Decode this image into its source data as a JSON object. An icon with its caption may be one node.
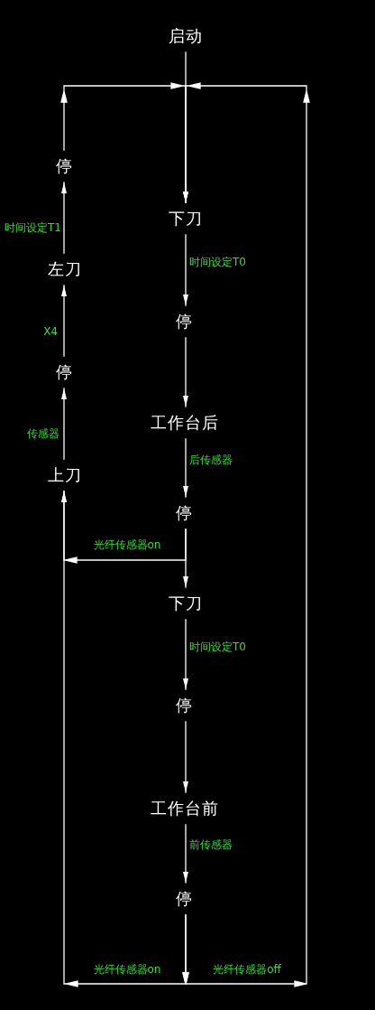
{
  "diagram": {
    "nodes": [
      {
        "text": [
          "启动"
        ]
      },
      {
        "text": [
          "下刀"
        ]
      },
      {
        "text": [
          "停"
        ]
      },
      {
        "text": [
          "工作台后"
        ]
      },
      {
        "text": [
          "停"
        ]
      },
      {
        "text": [
          "下刀"
        ]
      },
      {
        "text": [
          "停"
        ]
      },
      {
        "text": [
          "工作台前"
        ]
      },
      {
        "text": [
          "停"
        ]
      },
      {
        "text": [
          "停"
        ]
      },
      {
        "text": [
          "左刀"
        ]
      },
      {
        "text": [
          "停"
        ]
      },
      {
        "text": [
          "上刀"
        ]
      }
    ],
    "edges": [
      {
        "from": 0,
        "to": 1,
        "arrow": "to"
      },
      {
        "from": 1,
        "to": 2,
        "arrow": "to",
        "label": "时间设定T0"
      },
      {
        "from": 2,
        "to": 3,
        "arrow": "to"
      },
      {
        "from": 3,
        "to": 4,
        "arrow": "to",
        "label": "后传感器"
      },
      {
        "from": 4,
        "to": 5,
        "arrow": "to"
      },
      {
        "from": 4,
        "to": 12,
        "arrow": "to",
        "label": "光纤传感器on"
      },
      {
        "from": 5,
        "to": 6,
        "arrow": "to",
        "label": "时间设定T0"
      },
      {
        "from": 6,
        "to": 7,
        "arrow": "to"
      },
      {
        "from": 7,
        "to": 8,
        "arrow": "to",
        "label": "前传感器"
      },
      {
        "from": 8,
        "to": 12,
        "arrow": "to",
        "label": "光纤传感器on"
      },
      {
        "from": 8,
        "to": 1,
        "arrow": "to",
        "label": "光纤传感器off"
      },
      {
        "from": 12,
        "to": 11,
        "arrow": "to",
        "label": "传感器"
      },
      {
        "from": 11,
        "to": 10,
        "arrow": "to",
        "label": "X4"
      },
      {
        "from": 10,
        "to": 9,
        "arrow": "to",
        "label": "时间设定T1"
      },
      {
        "from": 9,
        "to": 1,
        "arrow": "to"
      }
    ]
  }
}
